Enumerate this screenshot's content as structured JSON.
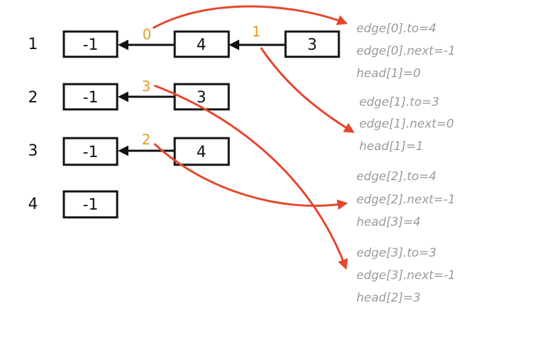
{
  "colors": {
    "ink": "#111111",
    "edge_index": "#e39a21",
    "arrow_red": "#e4472c",
    "note_gray": "#9a9a9a"
  },
  "rows": [
    {
      "label": "1",
      "nodes": [
        "-1",
        "4",
        "3"
      ]
    },
    {
      "label": "2",
      "nodes": [
        "-1",
        "3"
      ]
    },
    {
      "label": "3",
      "nodes": [
        "-1",
        "4"
      ]
    },
    {
      "label": "4",
      "nodes": [
        "-1"
      ]
    }
  ],
  "edge_indices": [
    "0",
    "1",
    "3",
    "2"
  ],
  "notes": [
    {
      "lines": [
        "edge[0].to=4",
        "edge[0].next=-1",
        "head[1]=0"
      ]
    },
    {
      "lines": [
        "edge[1].to=3",
        "edge[1].next=0",
        "head[1]=1"
      ]
    },
    {
      "lines": [
        "edge[2].to=4",
        "edge[2].next=-1",
        "head[3]=4"
      ]
    },
    {
      "lines": [
        "edge[3].to=3",
        "edge[3].next=-1",
        "head[2]=3"
      ]
    }
  ]
}
